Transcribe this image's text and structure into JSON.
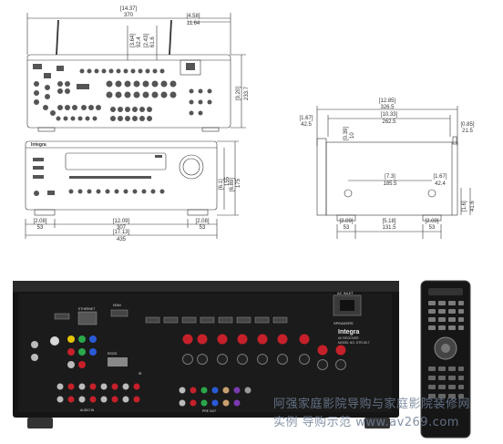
{
  "drawings": {
    "rear_top": {
      "width_in": "[14.37]",
      "width_mm": "370",
      "offset_in": "[4.58]",
      "offset_mm": "11.64",
      "ant1_in": "[3.64]",
      "ant1_mm": "92.4",
      "ant2_in": "[2.43]",
      "ant2_mm": "61.6",
      "height_in": "[9.20]",
      "height_mm": "233.7"
    },
    "front": {
      "brand": "Integra",
      "h1_in": "[6.1]",
      "h1_mm": "155",
      "h2_in": "[6.89]",
      "h2_mm": "175",
      "foot_left_in": "[2.08]",
      "foot_left_mm": "53",
      "foot_mid_in": "[12.09]",
      "foot_mid_mm": "307",
      "foot_right_in": "[2.08]",
      "foot_right_mm": "53",
      "total_in": "[17.13]",
      "total_mm": "435"
    },
    "side": {
      "depth_in": "[12.85]",
      "depth_mm": "326.5",
      "body_in": "[10.33]",
      "body_mm": "262.5",
      "front_in": "[1.67]",
      "front_mm": "42.5",
      "back_in": "[0.85]",
      "back_mm": "21.5",
      "top_in": "[0.39]",
      "top_mm": "10",
      "mid_in": "[7.3]",
      "mid_mm": "185.5",
      "mid2_in": "[1.67]",
      "mid2_mm": "42.4",
      "foot_a_in": "[2.09]",
      "foot_a_mm": "53",
      "foot_b_in": "[5.18]",
      "foot_b_mm": "131.5",
      "foot_c_in": "[2.09]",
      "foot_c_mm": "53",
      "vert_in": "[1.6]",
      "vert_mm": "41.6"
    }
  },
  "panel": {
    "ac_inlet": "AC INLET",
    "brand": "Integra",
    "model_line1": "AV RECEIVER",
    "model_line2": "MODEL NO. DTR-50.7",
    "speakers": "SPEAKERS",
    "hdmi": "HDMI",
    "ethernet": "ETHERNET",
    "audio_in": "AUDIO IN",
    "pre_out": "PRE OUT",
    "rs232": "RS232",
    "ir": "IR"
  },
  "watermark": {
    "line1": "阿强家庭影院导购与家庭影院装修网",
    "line2": "实例 导购示范  www.av269.com"
  }
}
